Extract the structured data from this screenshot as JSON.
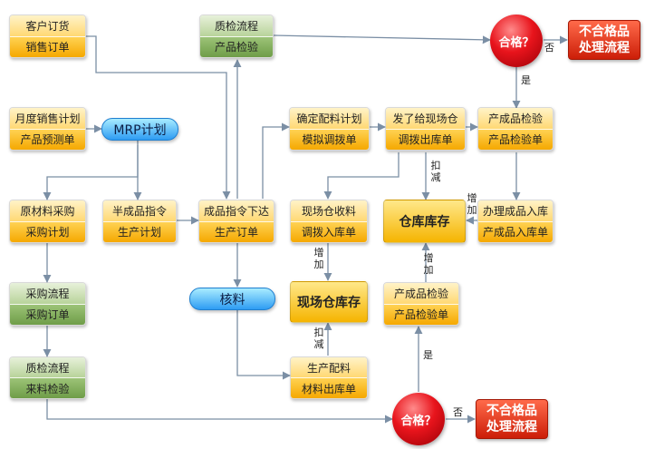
{
  "nodes": {
    "customer_order": {
      "top": "客户订货",
      "bottom": "销售订单"
    },
    "qc_process_top": {
      "top": "质检流程",
      "bottom": "产品检验"
    },
    "monthly_plan": {
      "top": "月度销售计划",
      "bottom": "产品预测单"
    },
    "mrp": {
      "label": "MRP计划"
    },
    "raw_purchase": {
      "top": "原材料采购",
      "bottom": "采购计划"
    },
    "semi_order": {
      "top": "半成品指令",
      "bottom": "生产计划"
    },
    "finished_order": {
      "top": "成品指令下达",
      "bottom": "生产订单"
    },
    "confirm_plan": {
      "top": "确定配料计划",
      "bottom": "模拟调拨单"
    },
    "send_to_site": {
      "top": "发了给现场仓",
      "bottom": "调拨出库单"
    },
    "product_inspect_1": {
      "top": "产成品检验",
      "bottom": "产品检验单"
    },
    "site_receive": {
      "top": "现场仓收料",
      "bottom": "调拨入库单"
    },
    "warehouse_stock": {
      "label": "仓库库存"
    },
    "handle_inbound": {
      "top": "办理成品入库",
      "bottom": "产成品入库单"
    },
    "purchase_flow": {
      "top": "采购流程",
      "bottom": "采购订单"
    },
    "verify": {
      "label": "核料"
    },
    "site_stock": {
      "label": "现场仓库存"
    },
    "product_inspect_2": {
      "top": "产成品检验",
      "bottom": "产品检验单"
    },
    "incoming_qc": {
      "top": "质检流程",
      "bottom": "来料检验"
    },
    "production_material": {
      "top": "生产配料",
      "bottom": "材料出库单"
    },
    "pass_top": {
      "label": "合格？"
    },
    "pass_bottom": {
      "label": "合格？"
    },
    "reject_top": {
      "line1": "不合格品",
      "line2": "处理流程"
    },
    "reject_bottom": {
      "line1": "不合格品",
      "line2": "处理流程"
    }
  },
  "labels": {
    "no_top": "否",
    "yes_top": "是",
    "no_bottom": "否",
    "yes_bottom": "是",
    "deduct_1": "扣减",
    "increase_1": "增加",
    "increase_2": "增加",
    "deduct_2": "扣减",
    "increase_3": "增加"
  }
}
